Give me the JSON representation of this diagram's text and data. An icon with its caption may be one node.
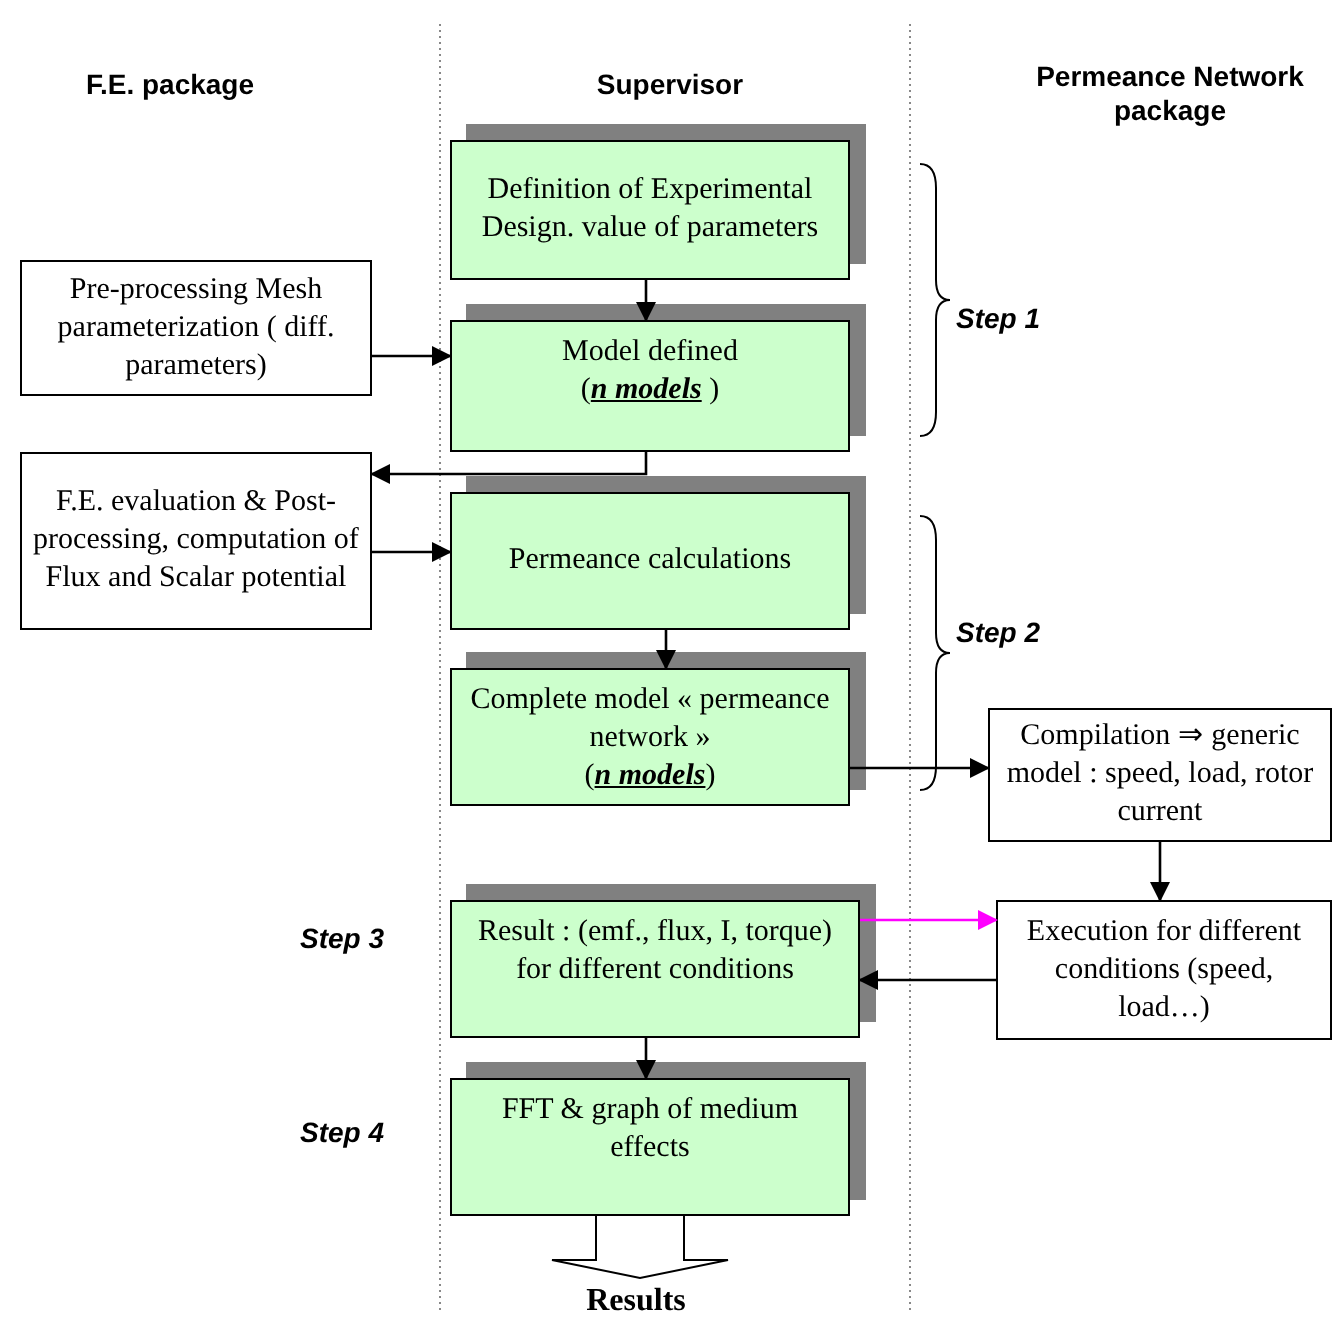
{
  "diagram": {
    "nodes": [
      {
        "text": [
          "Definition of Experimental Design. value of parameters"
        ]
      },
      {
        "text": [
          "Model defined",
          "(*n models* )"
        ]
      },
      {
        "text": [
          "Pre-processing Mesh parameterization ( diff. parameters)"
        ]
      },
      {
        "text": [
          "F.E. evaluation & Post- processing, computation of Flux and Scalar potential"
        ]
      },
      {
        "text": [
          "Permeance calculations"
        ]
      },
      {
        "text": [
          "Complete model « permeance network »",
          "(*n models*)"
        ]
      },
      {
        "text": [
          "Compilation ⇒ generic model  : speed, load, rotor current"
        ]
      },
      {
        "text": [
          "Execution for different conditions (speed, load…)"
        ]
      },
      {
        "text": [
          "Result : (emf., flux, I, torque) for different conditions"
        ]
      },
      {
        "text": [
          "FFT  &  graph of medium effects"
        ]
      },
      {
        "text": [
          "Results"
        ]
      }
    ],
    "edges": [
      {
        "from": 0,
        "to": 1,
        "arrow": "to"
      },
      {
        "from": 2,
        "to": 1,
        "arrow": "to"
      },
      {
        "from": 1,
        "to": 3,
        "arrow": "to"
      },
      {
        "from": 3,
        "to": 4,
        "arrow": "to"
      },
      {
        "from": 4,
        "to": 5,
        "arrow": "to"
      },
      {
        "from": 5,
        "to": 6,
        "arrow": "to"
      },
      {
        "from": 6,
        "to": 7,
        "arrow": "to"
      },
      {
        "from": 8,
        "to": 7,
        "arrow": "to",
        "color": "#ff00ff"
      },
      {
        "from": 7,
        "to": 8,
        "arrow": "to"
      },
      {
        "from": 8,
        "to": 9,
        "arrow": "to"
      },
      {
        "from": 9,
        "to": 10,
        "arrow": "to",
        "style": "thick"
      }
    ],
    "labels": [
      "F.E. package",
      "Supervisor",
      "Permeance Network package",
      "Step 1",
      "Step 2",
      "Step 3",
      "Step 4"
    ]
  }
}
